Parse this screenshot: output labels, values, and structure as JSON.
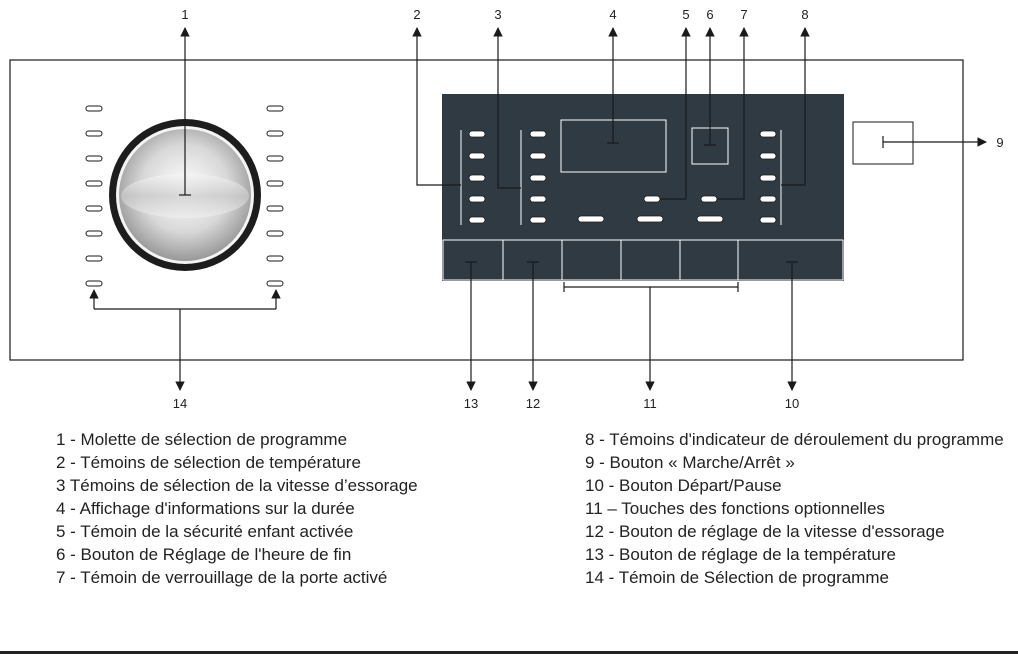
{
  "callouts": [
    "1",
    "2",
    "3",
    "4",
    "5",
    "6",
    "7",
    "8",
    "9",
    "10",
    "11",
    "12",
    "13",
    "14"
  ],
  "legend_left": [
    "1 - Molette de sélection de programme",
    "2 - Témoins de sélection de température",
    "3 Témoins de sélection de la vitesse d’essorage",
    "4 - Affichage d'informations sur la durée",
    "5 - Témoin de la sécurité enfant activée",
    "6 - Bouton de Réglage de l'heure de fin",
    "7 - Témoin de verrouillage de la porte activé"
  ],
  "legend_right": [
    "8 - Témoins d'indicateur de déroulement du programme",
    "9 - Bouton « Marche/Arrêt »",
    "10 - Bouton Départ/Pause",
    "11 – Touches des fonctions optionnelles",
    "12 - Bouton de réglage de la vitesse d'essorage",
    "13 - Bouton de réglage de la température",
    "14 - Témoin de Sélection de programme"
  ],
  "colors": {
    "panel": "#2f3a42",
    "line": "#1a1a1a",
    "indicator": "#ffffff"
  }
}
